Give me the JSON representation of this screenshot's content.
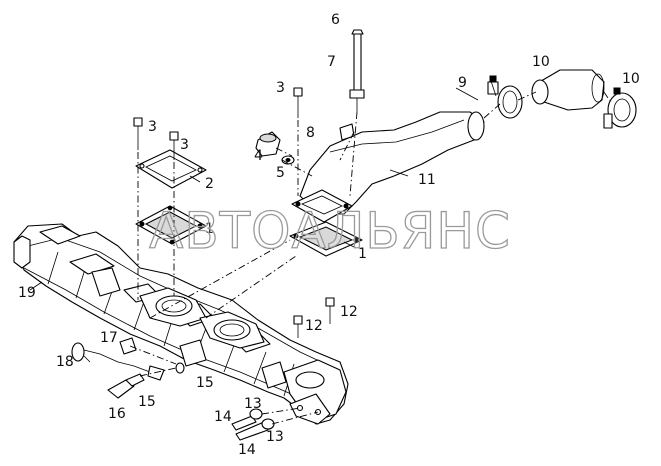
{
  "watermark": "АВТОАЛЬЯНС",
  "callouts": [
    {
      "id": "c6",
      "text": "6"
    },
    {
      "id": "c7",
      "text": "7"
    },
    {
      "id": "c10a",
      "text": "10"
    },
    {
      "id": "c10b",
      "text": "10"
    },
    {
      "id": "c9",
      "text": "9"
    },
    {
      "id": "c3a",
      "text": "3"
    },
    {
      "id": "c3b",
      "text": "3"
    },
    {
      "id": "c3c",
      "text": "3"
    },
    {
      "id": "c8",
      "text": "8"
    },
    {
      "id": "c4",
      "text": "4"
    },
    {
      "id": "c5",
      "text": "5"
    },
    {
      "id": "c2",
      "text": "2"
    },
    {
      "id": "c11",
      "text": "11"
    },
    {
      "id": "c1a",
      "text": "1"
    },
    {
      "id": "c1b",
      "text": "1"
    },
    {
      "id": "c19",
      "text": "19"
    },
    {
      "id": "c12a",
      "text": "12"
    },
    {
      "id": "c12b",
      "text": "12"
    },
    {
      "id": "c17",
      "text": "17"
    },
    {
      "id": "c18",
      "text": "18"
    },
    {
      "id": "c15a",
      "text": "15"
    },
    {
      "id": "c15b",
      "text": "15"
    },
    {
      "id": "c16",
      "text": "16"
    },
    {
      "id": "c13a",
      "text": "13"
    },
    {
      "id": "c13b",
      "text": "13"
    },
    {
      "id": "c14a",
      "text": "14"
    },
    {
      "id": "c14b",
      "text": "14"
    }
  ]
}
